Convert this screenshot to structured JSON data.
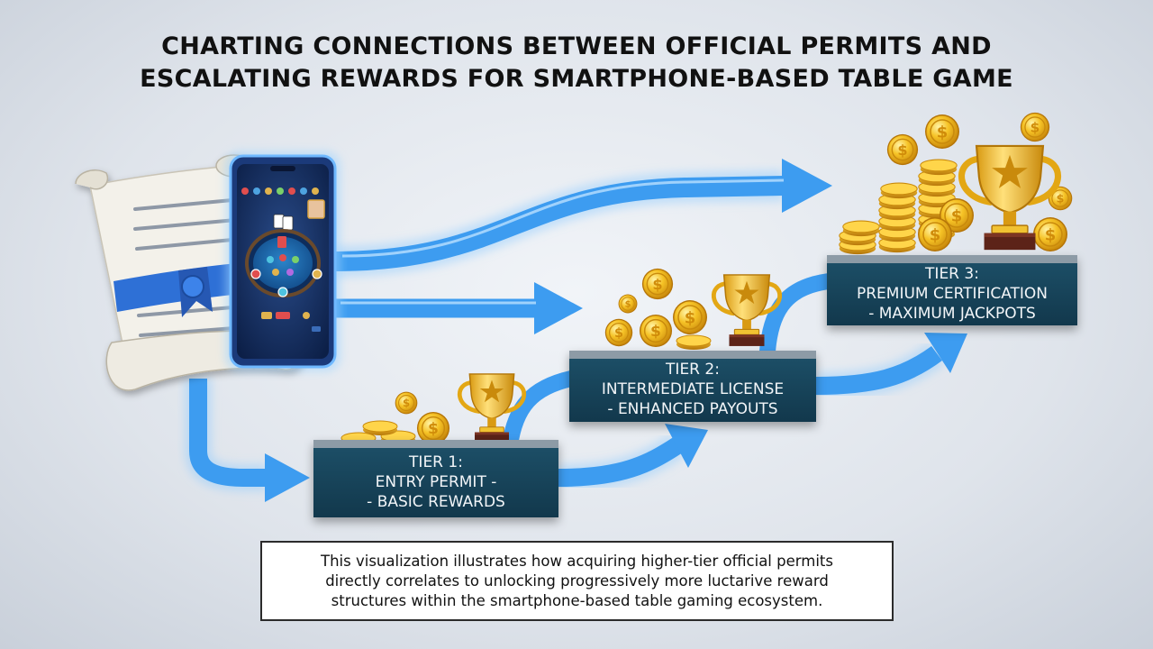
{
  "title": {
    "line1": "CHARTING CONNECTIONS BETWEEN OFFICIAL PERMITS AND",
    "line2": "ESCALATING REWARDS FOR SMARTPHONE-BASED TABLE GAME"
  },
  "tiers": [
    {
      "line1": "TIER 1:",
      "line2": "ENTRY PERMIT -",
      "line3": "- BASIC REWARDS"
    },
    {
      "line1": "TIER 2:",
      "line2": "INTERMEDIATE LICENSE",
      "line3": "- ENHANCED PAYOUTS"
    },
    {
      "line1": "TIER 3:",
      "line2": "PREMIUM CERTIFICATION",
      "line3": "- MAXIMUM JACKPOTS"
    }
  ],
  "caption": {
    "line1": "This visualization illustrates how acquiring higher-tier official permits",
    "line2": "directly correlates to unlocking progressively more luctarive reward",
    "line3": "structures within the smartphone-based table gaming ecosystem."
  },
  "coin_symbol": "$",
  "colors": {
    "arrow": "#3d9cf0",
    "tier_box": "#16435a",
    "tier_top": "#8d9ba6",
    "gold": "#f2b51f",
    "ribbon": "#2f6fd6",
    "phone_frame": "#1b3a7a"
  },
  "icons": [
    "scroll-document-icon",
    "smartphone-icon",
    "coin-icon",
    "trophy-icon",
    "arrow-icon"
  ]
}
